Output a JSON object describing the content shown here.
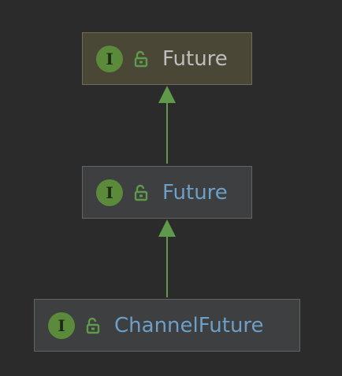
{
  "diagram": {
    "nodes": [
      {
        "id": "future-lib",
        "label": "Future",
        "badge": "I",
        "kind": "library",
        "badge_icon": "interface-icon",
        "access_icon": "open-lock-icon"
      },
      {
        "id": "future-proj",
        "label": "Future",
        "badge": "I",
        "kind": "project",
        "badge_icon": "interface-icon",
        "access_icon": "open-lock-icon"
      },
      {
        "id": "channel-future",
        "label": "ChannelFuture",
        "badge": "I",
        "kind": "project",
        "badge_icon": "interface-icon",
        "access_icon": "open-lock-icon"
      }
    ],
    "edges": [
      {
        "from": "future-proj",
        "to": "future-lib",
        "type": "extends"
      },
      {
        "from": "channel-future",
        "to": "future-proj",
        "type": "extends"
      }
    ]
  },
  "colors": {
    "background": "#2b2b2b",
    "edge": "#5f9a4b",
    "badge": "#5a8a3a",
    "library_node": "#4a4737",
    "project_node": "#3d3f41",
    "library_text": "#bdbdbd",
    "project_text": "#6d9fc8"
  }
}
